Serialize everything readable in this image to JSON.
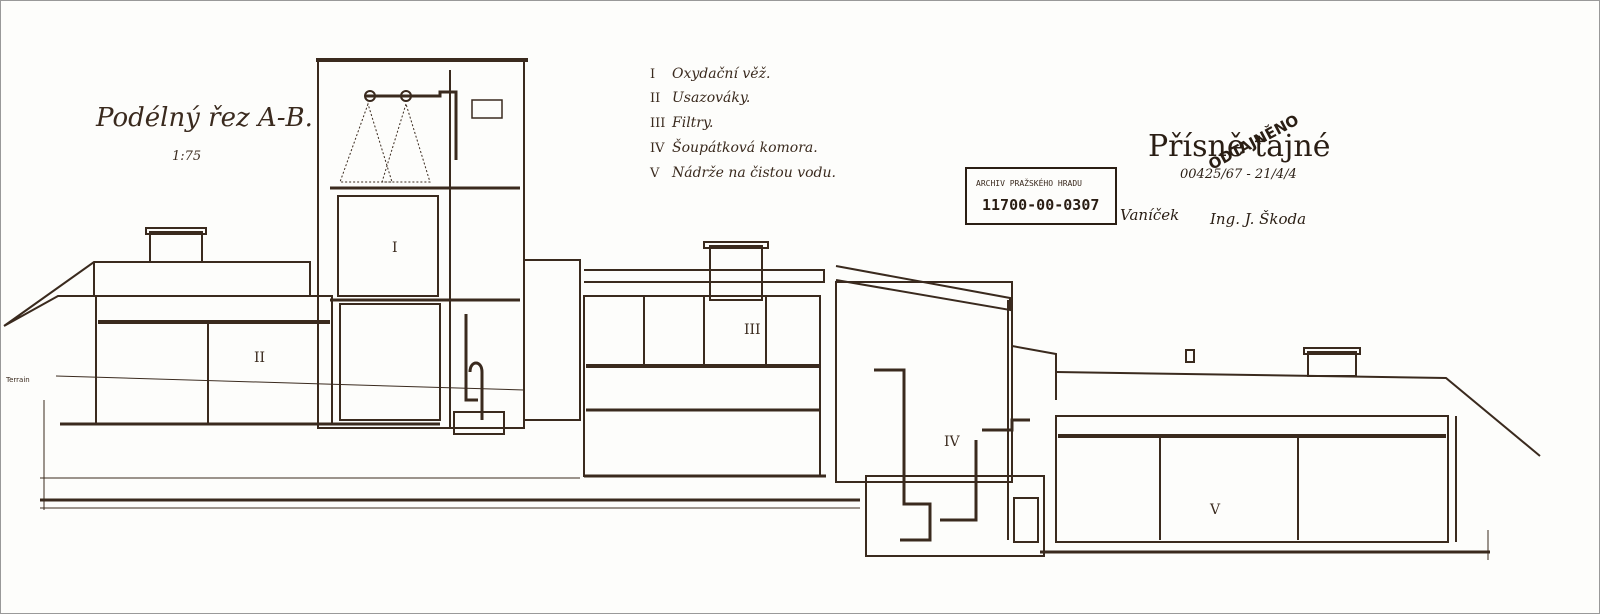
{
  "drawing": {
    "title": "Podélný řez A-B.",
    "scale": "1:75",
    "ground_label": "Terrain"
  },
  "legend": [
    {
      "num": "I",
      "text": "Oxydační věž."
    },
    {
      "num": "II",
      "text": "Usazováky."
    },
    {
      "num": "III",
      "text": "Filtry."
    },
    {
      "num": "IV",
      "text": "Šoupátková komora."
    },
    {
      "num": "V",
      "text": "Nádrže na čistou vodu."
    }
  ],
  "section_labels": {
    "I": "I",
    "II": "II",
    "III": "III",
    "IV": "IV",
    "V": "V"
  },
  "stamps": {
    "secret": "Přísně tajné",
    "declassified": "ODTAJNĚNO",
    "reference": "00425/67 - 21/4/4",
    "archive_header": "ARCHIV PRAŽSKÉHO HRADU",
    "archive_number": "11700-00-0307"
  },
  "signatures": {
    "first": "Vaníček",
    "second": "Ing. J. Škoda"
  },
  "colors": {
    "ink": "#3a2a1e",
    "paper": "#fdfdfb"
  }
}
